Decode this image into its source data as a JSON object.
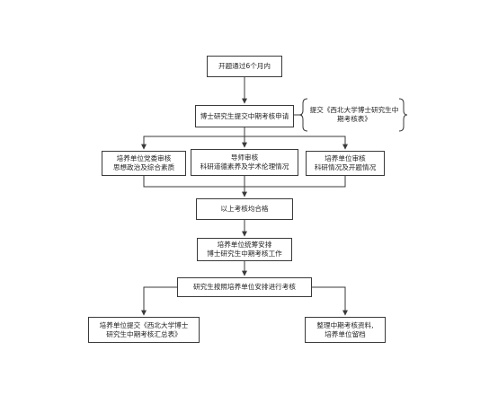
{
  "nodes": {
    "start": {
      "lines": [
        "开题通过6个月内"
      ]
    },
    "apply": {
      "lines": [
        "博士研究生提交中期考核申请"
      ]
    },
    "party": {
      "lines": [
        "培养单位党委审核",
        "思想政治及综合素质"
      ]
    },
    "supervisor": {
      "lines": [
        "导师审核",
        "科研道德素养及学术伦理情况"
      ]
    },
    "unit": {
      "lines": [
        "培养单位审核",
        "科研情况及开题情况"
      ]
    },
    "pass": {
      "lines": [
        "以上考核均合格"
      ]
    },
    "arrange": {
      "lines": [
        "培养单位统筹安排",
        "博士研究生中期考核工作"
      ]
    },
    "conduct": {
      "lines": [
        "研究生按照培养单位安排进行考核"
      ]
    },
    "summary": {
      "lines": [
        "培养单位提交《西北大学博士",
        "研究生中期考核汇总表》"
      ]
    },
    "archive": {
      "lines": [
        "整理中期考核资料,",
        "培养单位留档"
      ]
    }
  },
  "annotation": {
    "lines": [
      "提交《西北大学博士研究生中",
      "期考核表》"
    ]
  },
  "colors": {
    "stroke": "#3a3a3a",
    "text": "#222222"
  }
}
